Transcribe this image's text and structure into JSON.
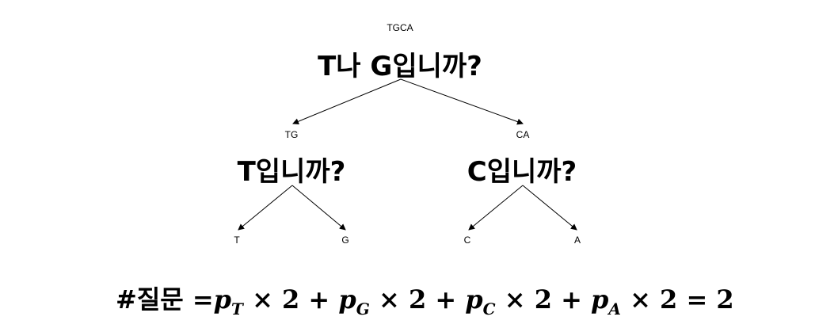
{
  "nodes": {
    "root": {
      "set": "TGCA",
      "question": "T나 G입니까?"
    },
    "left": {
      "set": "TG",
      "question": "T입니까?"
    },
    "right": {
      "set": "CA",
      "question": "C입니까?"
    },
    "leaves": [
      "T",
      "G",
      "C",
      "A"
    ]
  },
  "formula": {
    "prefix": "#질문",
    "lhs_eq": "=",
    "terms": [
      {
        "p": "p",
        "sub": "T",
        "times": "×",
        "n": "2"
      },
      {
        "p": "p",
        "sub": "G",
        "times": "×",
        "n": "2"
      },
      {
        "p": "p",
        "sub": "C",
        "times": "×",
        "n": "2"
      },
      {
        "p": "p",
        "sub": "A",
        "times": "×",
        "n": "2"
      }
    ],
    "plus": "+",
    "rhs_eq": "=",
    "result": "2"
  }
}
